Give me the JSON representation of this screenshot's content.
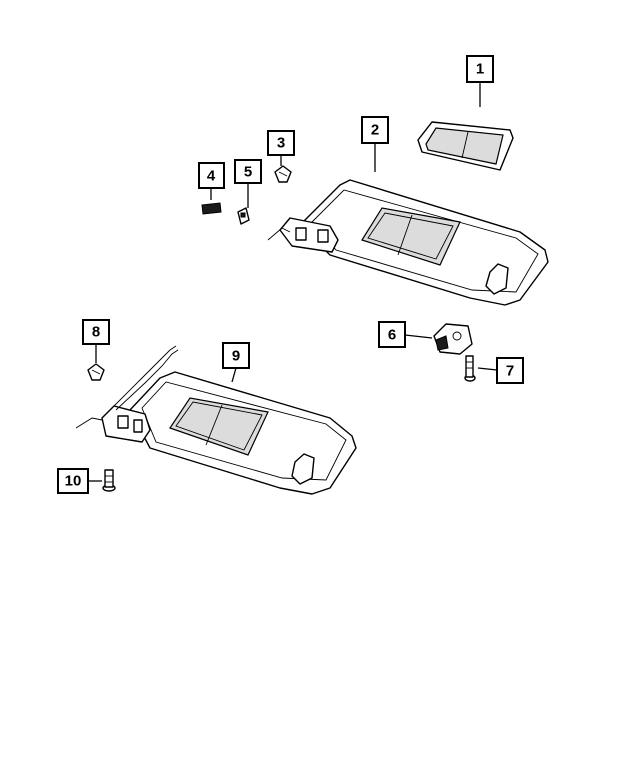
{
  "callouts": [
    "1",
    "2",
    "3",
    "4",
    "5",
    "6",
    "7",
    "8",
    "9",
    "10"
  ],
  "colors": {
    "line": "#000000",
    "background": "#ffffff",
    "mirror_fill": "#dcdcdc"
  }
}
